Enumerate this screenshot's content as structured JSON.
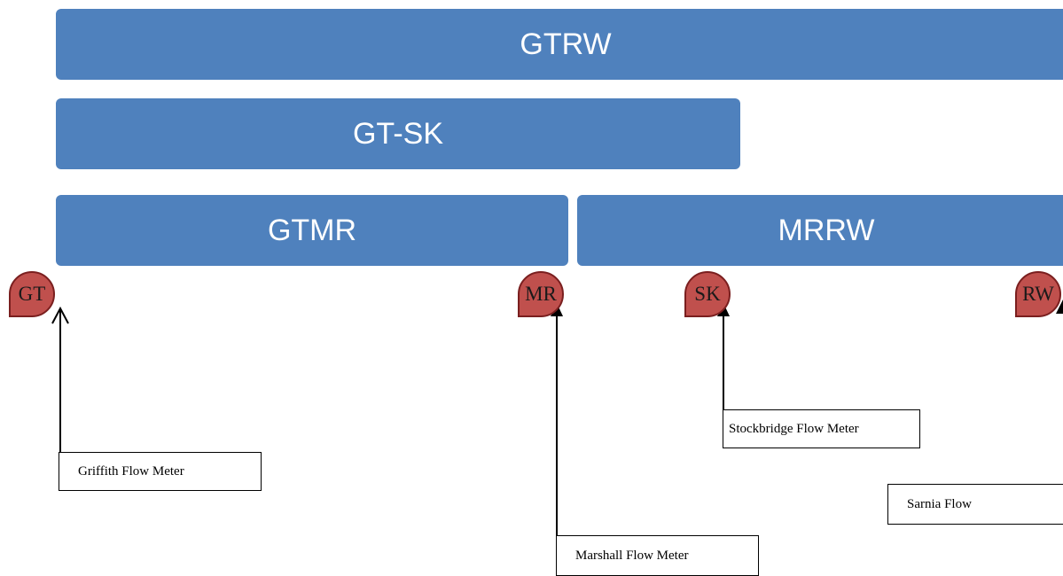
{
  "colors": {
    "segment_fill": "#4f81bd",
    "node_fill": "#c0504d",
    "node_border": "#7a1f1f",
    "arrow": "#000000"
  },
  "segments": {
    "gtrw": "GTRW",
    "gtsk": "GT-SK",
    "gtmr": "GTMR",
    "mrrw": "MRRW"
  },
  "nodes": {
    "gt": "GT",
    "mr": "MR",
    "sk": "SK",
    "rw": "RW"
  },
  "meters": {
    "griffith": "Griffith Flow Meter",
    "marshall": "Marshall Flow Meter",
    "stockbridge": "Stockbridge Flow Meter",
    "sarnia": "Sarnia Flow"
  }
}
